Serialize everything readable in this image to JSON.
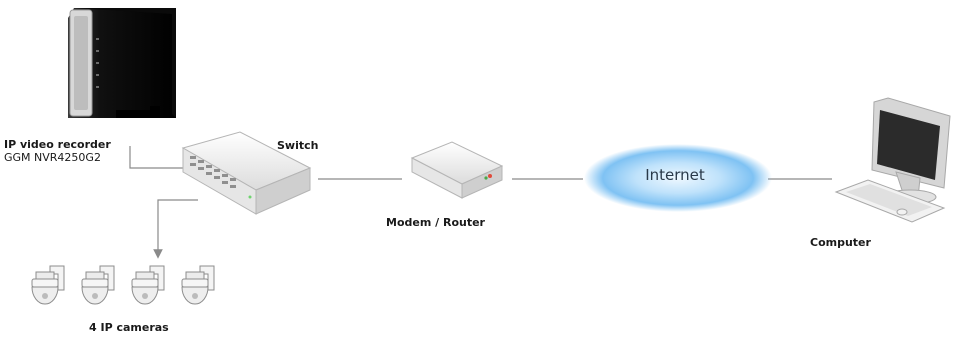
{
  "nodes": {
    "nvr": {
      "title": "IP video recorder",
      "model": "GGM NVR4250G2"
    },
    "switch": {
      "label": "Switch"
    },
    "router": {
      "label": "Modem / Router"
    },
    "internet": {
      "label": "Internet"
    },
    "computer": {
      "label": "Computer"
    },
    "cameras": {
      "label": "4 IP cameras",
      "count": 4
    }
  },
  "colors": {
    "line": "#8a8a8a",
    "cloud": "#6fb8f0",
    "device_body": "#f3f3f3",
    "nvr_body": "#141414"
  }
}
